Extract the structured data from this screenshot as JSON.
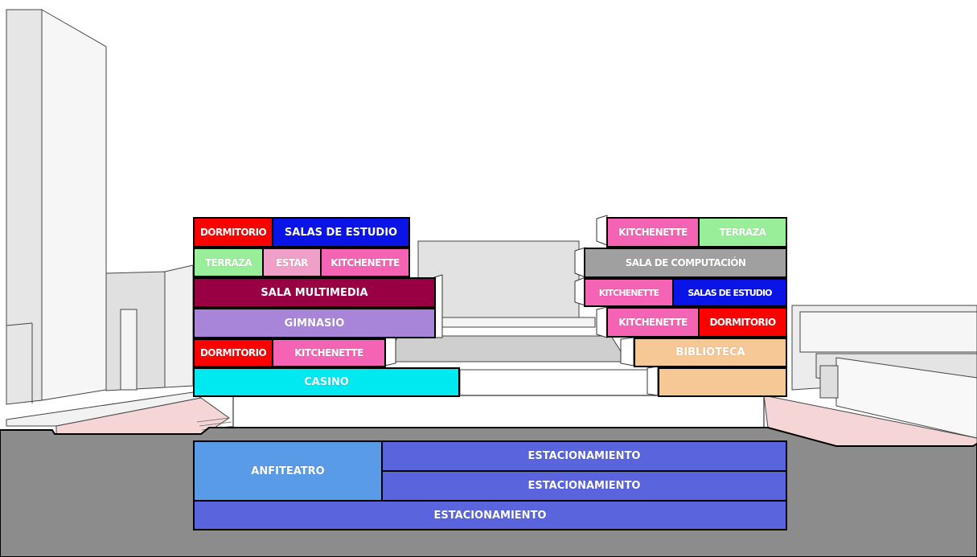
{
  "colors": {
    "dormitorio": "#ff0000",
    "salas_de_estudio": "#0a14e6",
    "terraza": "#99ee99",
    "estar": "#f0a0c8",
    "kitchenette": "#f564b4",
    "sala_multimedia": "#990044",
    "gimnasio": "#a885d8",
    "casino": "#00e8f0",
    "sala_de_computacion": "#a0a0a0",
    "biblioteca": "#f5c896",
    "anfiteatro": "#5a9be8",
    "estacionamiento": "#5a64dc",
    "ground": "#8c8c8c"
  },
  "left_tower": {
    "row1": {
      "dormitorio": "DORMITORIO",
      "salas_de_estudio": "SALAS DE ESTUDIO"
    },
    "row2": {
      "terraza": "TERRAZA",
      "estar": "ESTAR",
      "kitchenette": "KITCHENETTE"
    },
    "row3": {
      "sala_multimedia": "SALA MULTIMEDIA"
    },
    "row4": {
      "gimnasio": "GIMNASIO"
    },
    "row5": {
      "dormitorio": "DORMITORIO",
      "kitchenette": "KITCHENETTE"
    },
    "row6": {
      "casino": "CASINO"
    }
  },
  "right_tower": {
    "row1": {
      "kitchenette": "KITCHENETTE",
      "terraza": "TERRAZA"
    },
    "row2": {
      "sala_de_computacion": "SALA DE COMPUTACIÓN"
    },
    "row3": {
      "kitchenette": "KITCHENETTE",
      "salas_de_estudio": "SALAS DE ESTUDIO"
    },
    "row4": {
      "kitchenette": "KITCHENETTE",
      "dormitorio": "DORMITORIO"
    },
    "row5": {
      "biblioteca": "BIBLIOTECA"
    },
    "row6": {
      "biblioteca_base": ""
    }
  },
  "basement": {
    "anfiteatro": "ANFITEATRO",
    "estacionamiento_1": "ESTACIONAMIENTO",
    "estacionamiento_2": "ESTACIONAMIENTO",
    "estacionamiento_3": "ESTACIONAMIENTO"
  }
}
